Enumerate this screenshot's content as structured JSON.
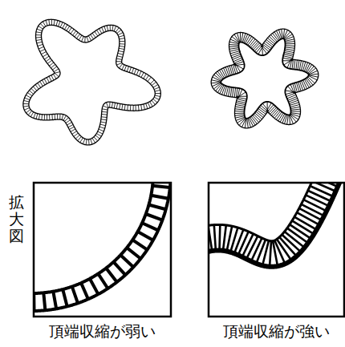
{
  "diagram": {
    "labels": [
      "拡大図",
      "頂端収縮が弱い",
      "頂端収縮が強い"
    ]
  }
}
